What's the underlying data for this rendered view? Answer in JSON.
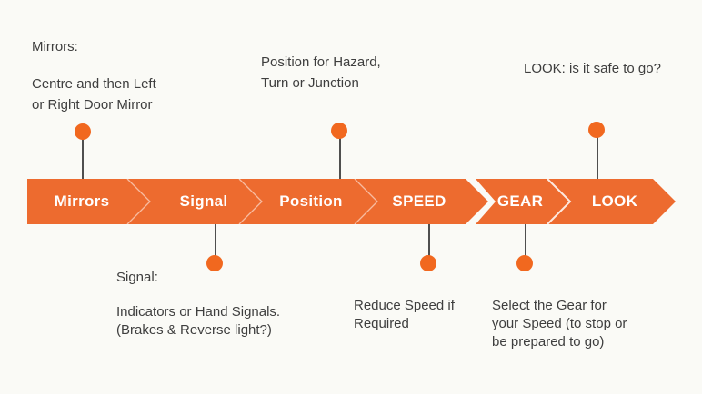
{
  "colors": {
    "background": "#fafaf6",
    "bar_orange": "#ed6b2f",
    "dot_orange": "#f1681f",
    "annotation_text": "#3e3e3e",
    "bar_label_text": "#ffffff",
    "separator_line": "#ffffff",
    "connector_stem": "#4f4f4f"
  },
  "timeline": {
    "segments": [
      {
        "label": "Mirrors"
      },
      {
        "label": "Signal"
      },
      {
        "label": "Position"
      },
      {
        "label": "SPEED"
      },
      {
        "label": "GEAR"
      },
      {
        "label": "LOOK"
      }
    ]
  },
  "annotations": {
    "mirrors": {
      "heading": "Mirrors:",
      "body": "Centre and then Left\nor Right Door Mirror"
    },
    "position": {
      "body": "Position for Hazard,\nTurn or Junction"
    },
    "look": {
      "body": "LOOK: is it safe to go?"
    },
    "signal": {
      "heading": "Signal:",
      "body": "Indicators or Hand Signals.\n(Brakes & Reverse light?)"
    },
    "speed": {
      "body": "Reduce Speed if\nRequired"
    },
    "gear": {
      "body": "Select the Gear for\nyour Speed (to stop or\nbe prepared to go)"
    }
  }
}
